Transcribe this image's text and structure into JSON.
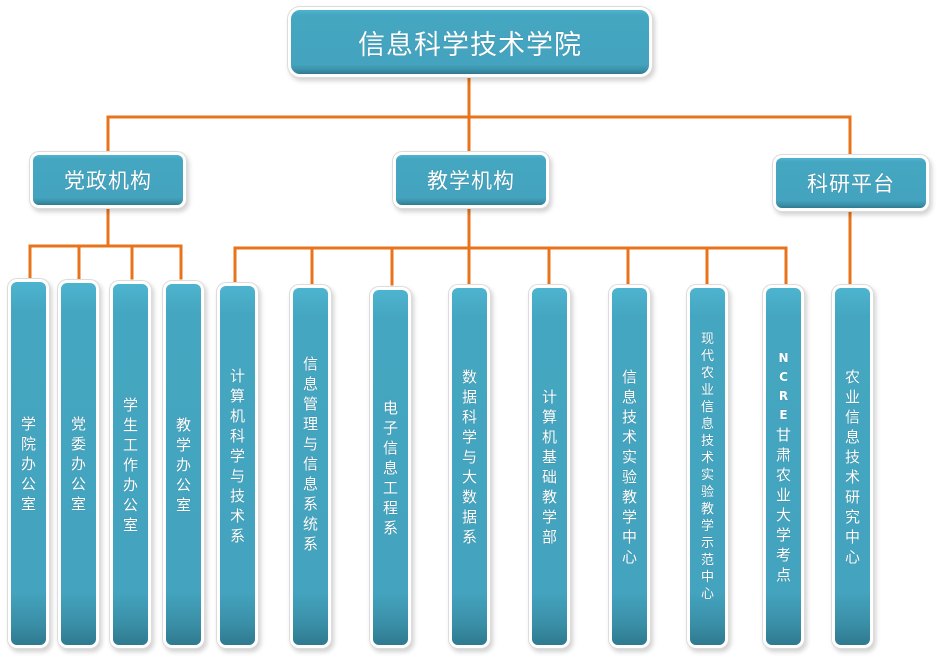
{
  "colors": {
    "connector": "#e8731a",
    "node_fill": "#45a6c1",
    "node_text": "#ffffff"
  },
  "root": {
    "label": "信息科学技术学院"
  },
  "groups": [
    {
      "label": "党政机构",
      "children": [
        "学院办公室",
        "党委办公室",
        "学生工作办公室",
        "教学办公室"
      ]
    },
    {
      "label": "教学机构",
      "children": [
        "计算机科学与技术系",
        "信息管理与信息系统系",
        "电子信息工程系",
        "数据科学与大数据系",
        "计算机基础教学部",
        "信息技术实验教学中心",
        "现代农业信息技术实验教学示范中心",
        "NCRE甘肃农业大学考点"
      ]
    },
    {
      "label": "科研平台",
      "children": [
        "农业信息技术研究中心"
      ]
    }
  ]
}
